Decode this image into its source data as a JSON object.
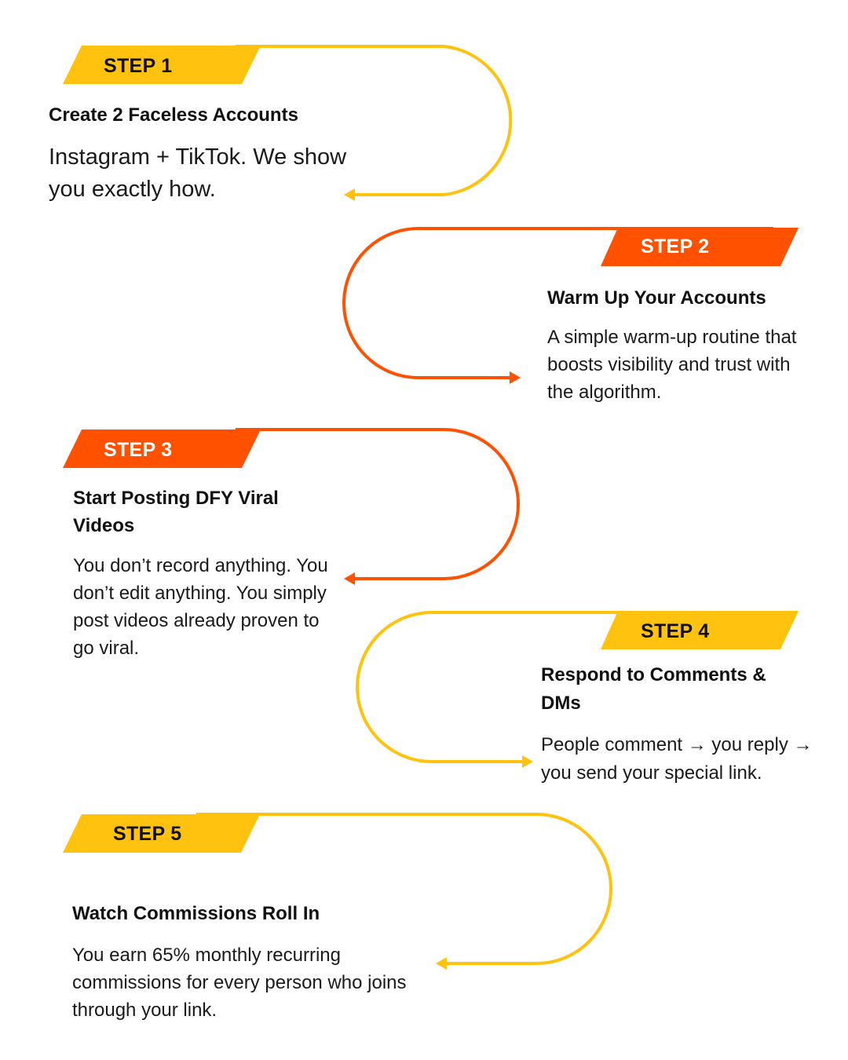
{
  "colors": {
    "yellow": "#FFC20E",
    "orange": "#FF5100",
    "text_dark": "#111111",
    "text_light": "#FFFFFF"
  },
  "steps": [
    {
      "label": "STEP 1",
      "title": "Create 2 Faceless Accounts",
      "description": "Instagram + TikTok. We show you exactly how.",
      "color": "yellow",
      "arrow_direction": "left",
      "icon": "arrow-left-icon"
    },
    {
      "label": "STEP 2",
      "title": "Warm Up Your Accounts",
      "description": "A simple warm-up routine that boosts visibility and trust with the algorithm.",
      "color": "orange",
      "arrow_direction": "right",
      "icon": "arrow-right-icon"
    },
    {
      "label": "STEP 3",
      "title": "Start Posting DFY Viral Videos",
      "description": "You don’t record anything. You don’t edit anything. You simply post videos already proven to go viral.",
      "color": "orange",
      "arrow_direction": "left",
      "icon": "arrow-left-icon"
    },
    {
      "label": "STEP 4",
      "title": "Respond to Comments & DMs",
      "description": "People comment → you reply → you send your special link.",
      "color": "yellow",
      "arrow_direction": "right",
      "icon": "arrow-right-icon"
    },
    {
      "label": "STEP 5",
      "title": "Watch Commissions Roll In",
      "description": "You earn 65% monthly recurring commissions for every person who joins through your link.",
      "color": "yellow",
      "arrow_direction": "left",
      "icon": "arrow-left-icon"
    }
  ]
}
